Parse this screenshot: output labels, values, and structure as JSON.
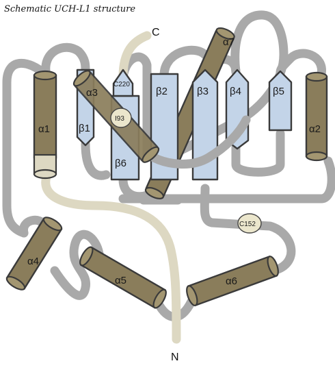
{
  "title": "Schematic UCH-L1 structure",
  "termini": {
    "c": "C",
    "n": "N"
  },
  "helices": {
    "a1": "α1",
    "a2": "α2",
    "a3": "α3",
    "a4": "α4",
    "a5": "α5",
    "a6": "α6",
    "a7": "α7"
  },
  "strands": {
    "b1": "β1",
    "b2": "β2",
    "b3": "β3",
    "b4": "β4",
    "b5": "β5",
    "b6": "β6"
  },
  "residues": {
    "c220": "C220",
    "i93": "I93",
    "c152": "C152"
  },
  "colors": {
    "helix": "#8a7d5b",
    "strand": "#c3d4e8",
    "loop": "#a9a9a9",
    "terminus": "#ddd8c2"
  }
}
